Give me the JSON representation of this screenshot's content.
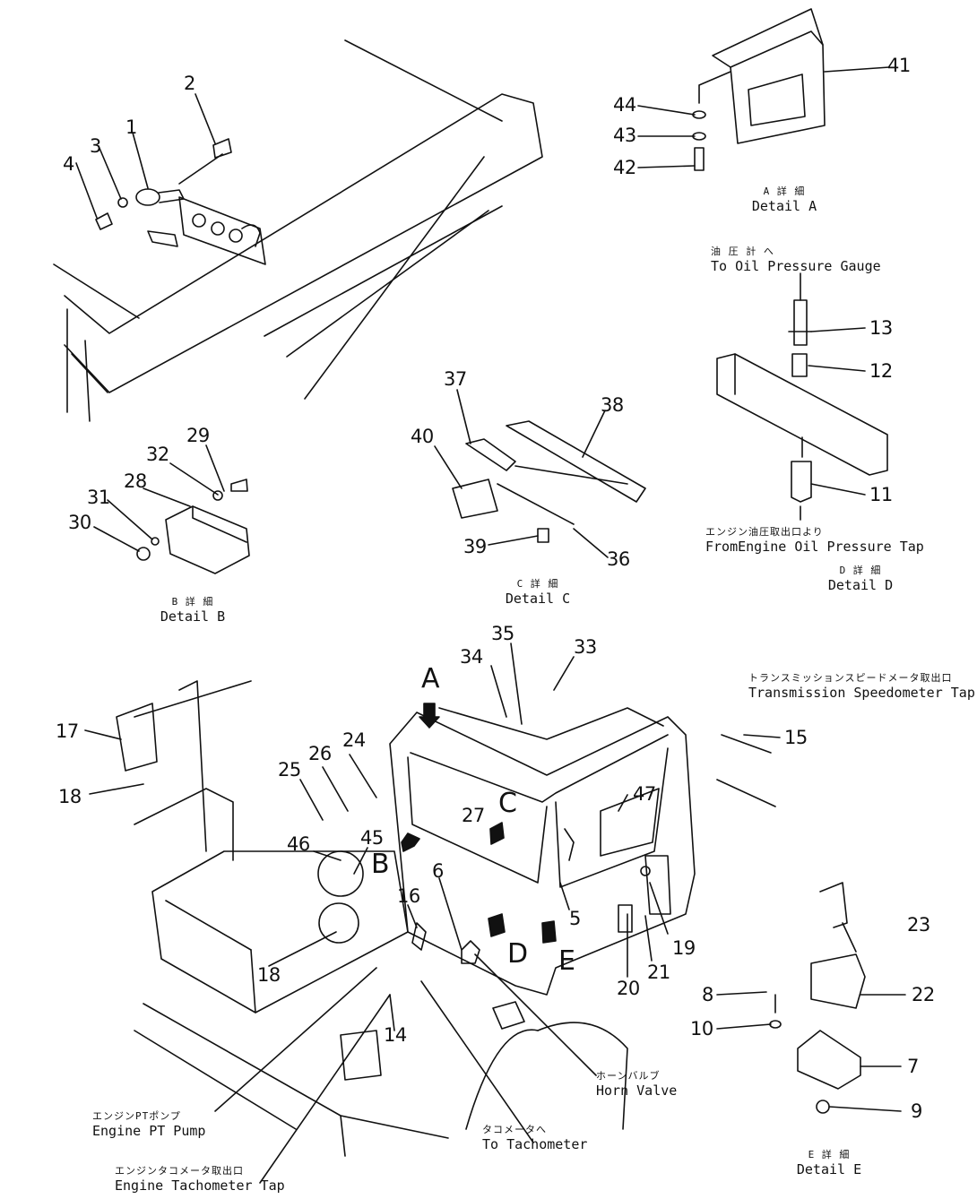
{
  "colors": {
    "line": "#111111",
    "background": "#ffffff"
  },
  "part_numbers": {
    "p1": "1",
    "p2": "2",
    "p3": "3",
    "p4": "4",
    "p5": "5",
    "p6": "6",
    "p7": "7",
    "p8": "8",
    "p9": "9",
    "p10": "10",
    "p11": "11",
    "p12": "12",
    "p13": "13",
    "p14": "14",
    "p15": "15",
    "p16": "16",
    "p17": "17",
    "p18a": "18",
    "p18b": "18",
    "p19": "19",
    "p20": "20",
    "p21": "21",
    "p22": "22",
    "p23": "23",
    "p24": "24",
    "p25": "25",
    "p26": "26",
    "p27": "27",
    "p28": "28",
    "p29": "29",
    "p30": "30",
    "p31": "31",
    "p32": "32",
    "p33": "33",
    "p34": "34",
    "p35": "35",
    "p36": "36",
    "p37": "37",
    "p38": "38",
    "p39": "39",
    "p40": "40",
    "p41": "41",
    "p42": "42",
    "p43": "43",
    "p44": "44",
    "p45": "45",
    "p46": "46",
    "p47": "47"
  },
  "view_letters": {
    "a": "A",
    "b": "B",
    "c": "C",
    "d": "D",
    "e": "E"
  },
  "details": {
    "a": {
      "jp": "A 詳 細",
      "en": "Detail A"
    },
    "b": {
      "jp": "B 詳 細",
      "en": "Detail B"
    },
    "c": {
      "jp": "C 詳 細",
      "en": "Detail C"
    },
    "d": {
      "jp": "D 詳 細",
      "en": "Detail D"
    },
    "e": {
      "jp": "E 詳 細",
      "en": "Detail E"
    }
  },
  "callouts": {
    "oil_gauge": {
      "jp": "油 圧 計 へ",
      "en": "To Oil Pressure Gauge"
    },
    "oil_tap": {
      "jp": "エンジン油圧取出口より",
      "en": "FromEngine Oil Pressure Tap"
    },
    "trans_speedo": {
      "jp": "トランスミッションスピードメータ取出口",
      "en": "Transmission Speedometer Tap"
    },
    "horn_valve": {
      "jp": "ホーンバルブ",
      "en": "Horn Valve"
    },
    "tachometer": {
      "jp": "タコメータへ",
      "en": "To Tachometer"
    },
    "pt_pump": {
      "jp": "エンジンPTポンプ",
      "en": "Engine PT Pump"
    },
    "tach_tap": {
      "jp": "エンジンタコメータ取出口",
      "en": "Engine Tachometer Tap"
    }
  }
}
